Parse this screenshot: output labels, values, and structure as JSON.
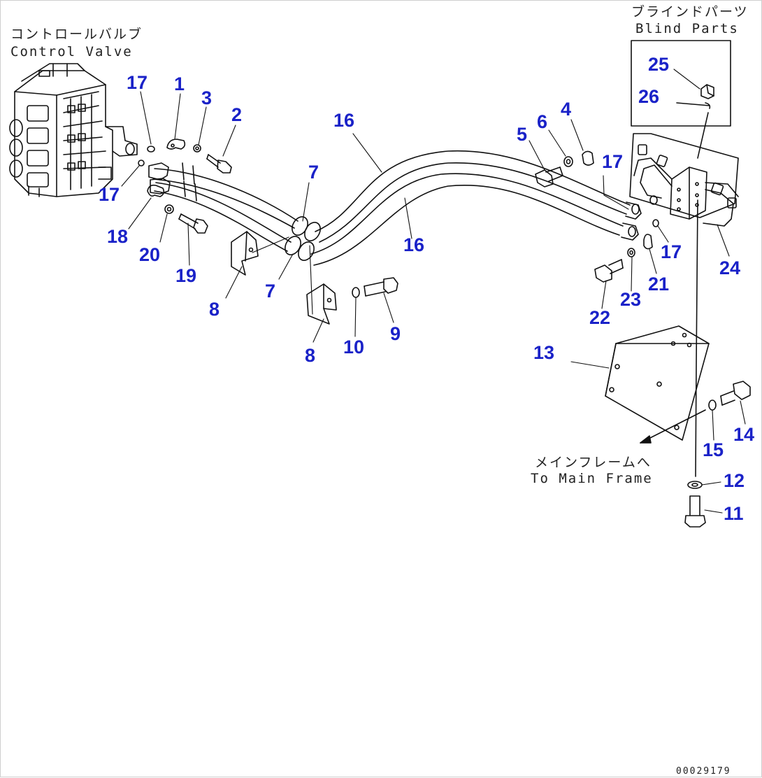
{
  "labels": {
    "control_valve_jp": "コントロールバルブ",
    "control_valve_en": "Control Valve",
    "blind_parts_jp": "ブラインドパーツ",
    "blind_parts_en": "Blind Parts",
    "main_frame_jp": "メインフレームへ",
    "main_frame_en": "To Main Frame",
    "drawing_number": "00029179"
  },
  "callouts": {
    "c17a": "17",
    "c1": "1",
    "c3": "3",
    "c2": "2",
    "c17b": "17",
    "c18": "18",
    "c20": "20",
    "c19": "19",
    "c8a": "8",
    "c7a": "7",
    "c7b": "7",
    "c8b": "8",
    "c10": "10",
    "c9": "9",
    "c16a": "16",
    "c16b": "16",
    "c5": "5",
    "c6": "6",
    "c4": "4",
    "c17c": "17",
    "c17d": "17",
    "c21": "21",
    "c22": "22",
    "c23": "23",
    "c24": "24",
    "c25": "25",
    "c26": "26",
    "c13": "13",
    "c14": "14",
    "c15": "15",
    "c12": "12",
    "c11": "11"
  },
  "colors": {
    "callout": "#1a22c8",
    "line": "#111111"
  }
}
